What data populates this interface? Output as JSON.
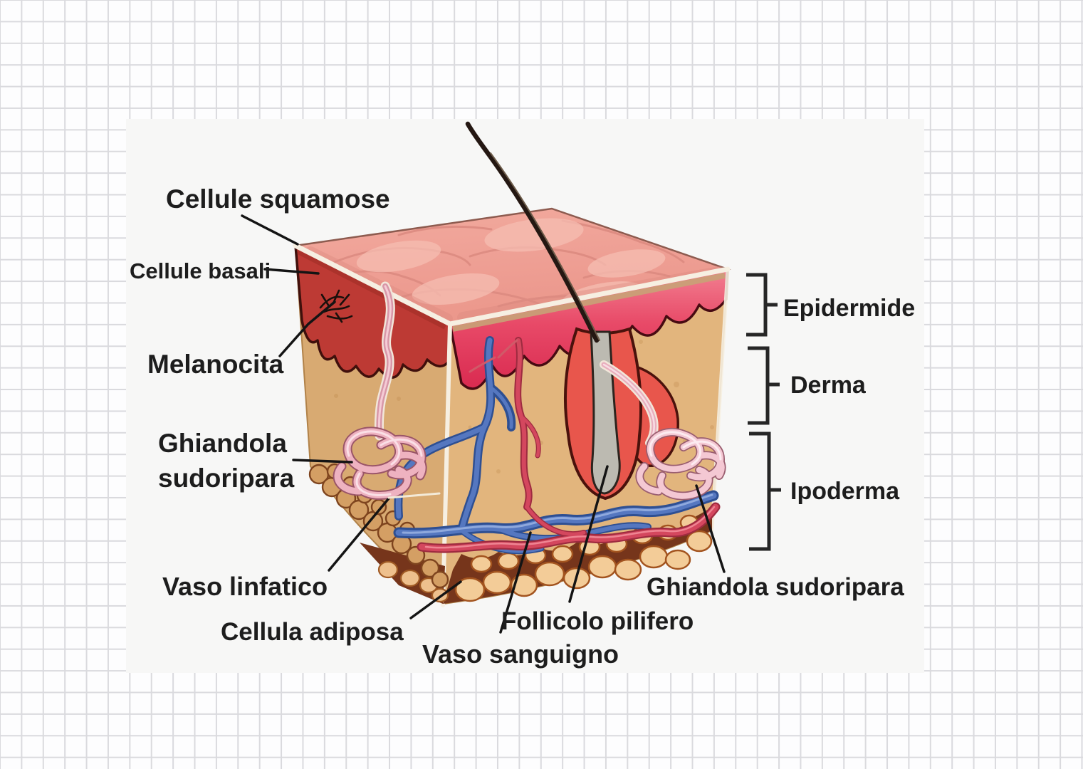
{
  "figure": {
    "title": "Skin cross-section anatomy diagram (Italian)",
    "labels": {
      "cellule_squamose": "Cellule squamose",
      "cellule_basali": "Cellule basali",
      "melanocita": "Melanocita",
      "ghiandola_line1": "Ghiandola",
      "ghiandola_line2": "sudoripara",
      "vaso_linfatico": "Vaso linfatico",
      "cellula_adiposa": "Cellula adiposa",
      "vaso_sanguigno": "Vaso sanguigno",
      "follicolo_pilifero": "Follicolo pilifero",
      "ghiandola_sudoripara_right": "Ghiandola sudoripara"
    },
    "layers": [
      {
        "label": "Epidermide"
      },
      {
        "label": "Derma"
      },
      {
        "label": "Ipoderma"
      }
    ],
    "palette": {
      "paper": "#fdfdfe",
      "grid_line": "#dadade",
      "panel": "#f7f7f6",
      "skin_top": "#efa096",
      "epidermis_front": "#e84a68",
      "epidermis_side": "#bd3a34",
      "dermis": "#e2b57d",
      "hypodermis_brown": "#76351b",
      "fat_cell": "#f3cc98",
      "vein_blue": "#4a6cb3",
      "artery_red": "#d4475e",
      "gland_pink": "#eeb2c0",
      "hair_dark": "#241712",
      "label_text": "#1d1d1d"
    }
  }
}
